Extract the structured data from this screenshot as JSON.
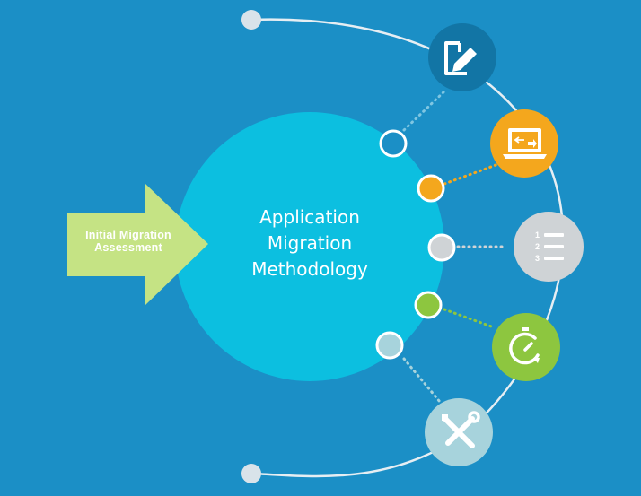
{
  "diagram": {
    "center_title_lines": [
      "Application",
      "Migration",
      "Methodology"
    ],
    "arrow_label_lines": [
      "Initial Migration",
      "Assessment"
    ],
    "colors": {
      "background": "#1b8fc6",
      "center_circle": "#0cbfe0",
      "arrow": "#c5e384",
      "arc": "#e6eef3",
      "dark_node": "#1275a5",
      "orange": "#f4a71d",
      "gray": "#cfd3d6",
      "green": "#8dc63f",
      "light_teal": "#a7d3dc"
    },
    "steps": [
      {
        "icon": "document-edit-icon",
        "color": "dark_node"
      },
      {
        "icon": "laptop-transfer-icon",
        "color": "orange"
      },
      {
        "icon": "numbered-list-icon",
        "color": "gray",
        "list_numbers": [
          "1",
          "2",
          "3"
        ]
      },
      {
        "icon": "timer-refresh-icon",
        "color": "green"
      },
      {
        "icon": "tools-icon",
        "color": "light_teal"
      }
    ]
  }
}
